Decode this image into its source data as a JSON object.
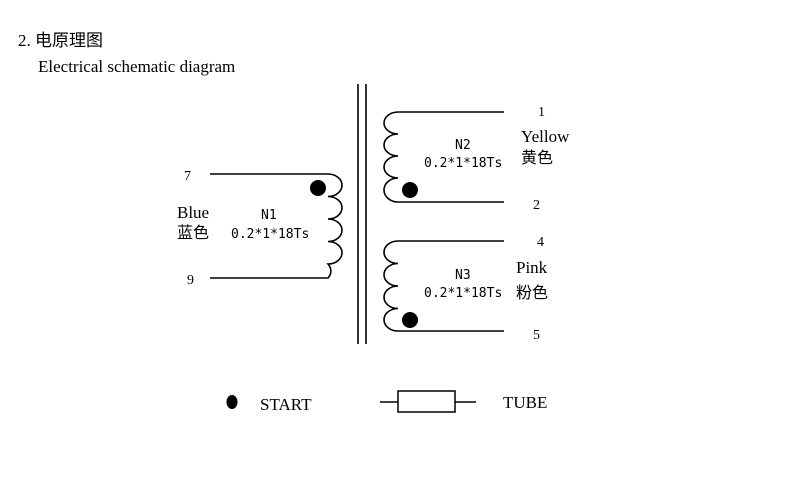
{
  "header": {
    "section_title": "2. 电原理图",
    "subtitle": "Electrical schematic diagram"
  },
  "windings": {
    "n1": {
      "name": "N1",
      "spec": "0.2*1*18Ts",
      "color_en": "Blue",
      "color_cn": "蓝色",
      "pin_top": "7",
      "pin_bottom": "9"
    },
    "n2": {
      "name": "N2",
      "spec": "0.2*1*18Ts",
      "color_en": "Yellow",
      "color_cn": "黄色",
      "pin_top": "1",
      "pin_bottom": "2"
    },
    "n3": {
      "name": "N3",
      "spec": "0.2*1*18Ts",
      "color_en": "Pink",
      "color_cn": "粉色",
      "pin_top": "4",
      "pin_bottom": "5"
    }
  },
  "legend": {
    "start_label": "START",
    "tube_label": "TUBE"
  }
}
